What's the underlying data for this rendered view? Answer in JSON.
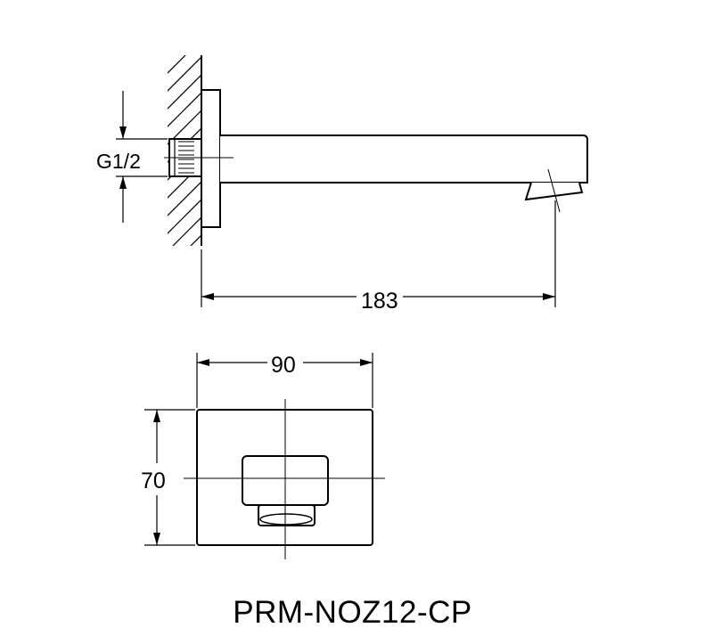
{
  "drawing": {
    "thread_label": "G1/2",
    "length_label": "183",
    "width_label": "90",
    "height_label": "70"
  },
  "model": {
    "code": "PRM-NOZ12-CP"
  },
  "colors": {
    "line": "#000000",
    "background": "#ffffff"
  }
}
